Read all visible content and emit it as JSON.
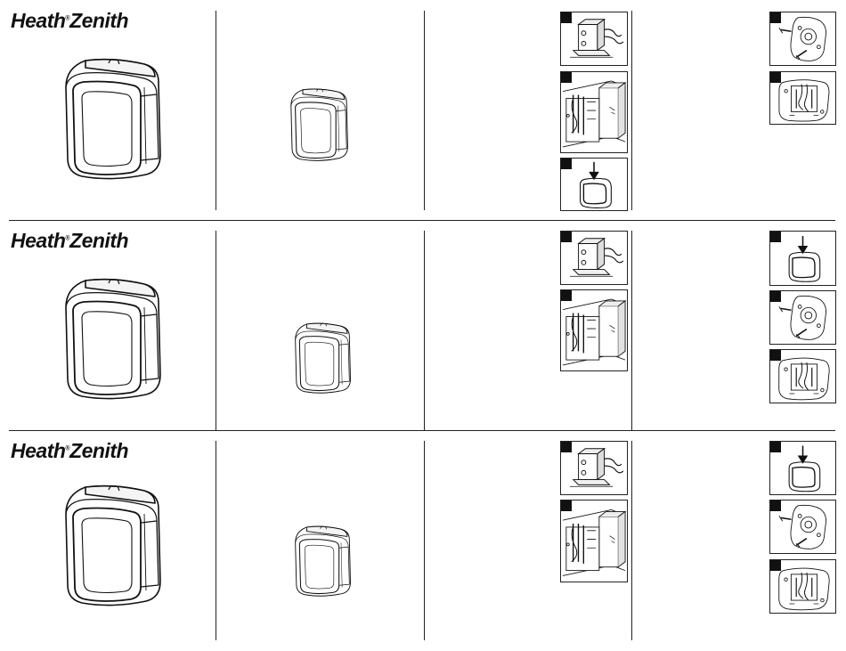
{
  "brand": {
    "logo_text": "Heath",
    "logo_text2": "Zenith",
    "reg_mark": "®"
  },
  "colors": {
    "ink": "#111111",
    "paper": "#ffffff",
    "badge": "#111111"
  },
  "panels": [
    {
      "product_small_top_px_note": "",
      "step_column_a": [
        "transformer",
        "junction-box-wiring",
        "press-cover"
      ],
      "step_column_b": [
        "mounting-plate-screws",
        "base-with-wires"
      ]
    },
    {
      "step_column_a": [
        "transformer",
        "junction-box-wiring"
      ],
      "step_column_b": [
        "press-cover",
        "mounting-plate-screws",
        "base-with-wires"
      ]
    },
    {
      "step_column_a": [
        "transformer",
        "junction-box-wiring"
      ],
      "step_column_b": [
        "press-cover",
        "mounting-plate-screws",
        "base-with-wires"
      ]
    }
  ],
  "icons": {
    "product": "chime-cover-icon",
    "transformer": "transformer-icon",
    "junction": "junction-box-icon",
    "press": "press-arrow-icon",
    "screws": "mounting-screws-icon",
    "base": "chime-base-icon"
  }
}
